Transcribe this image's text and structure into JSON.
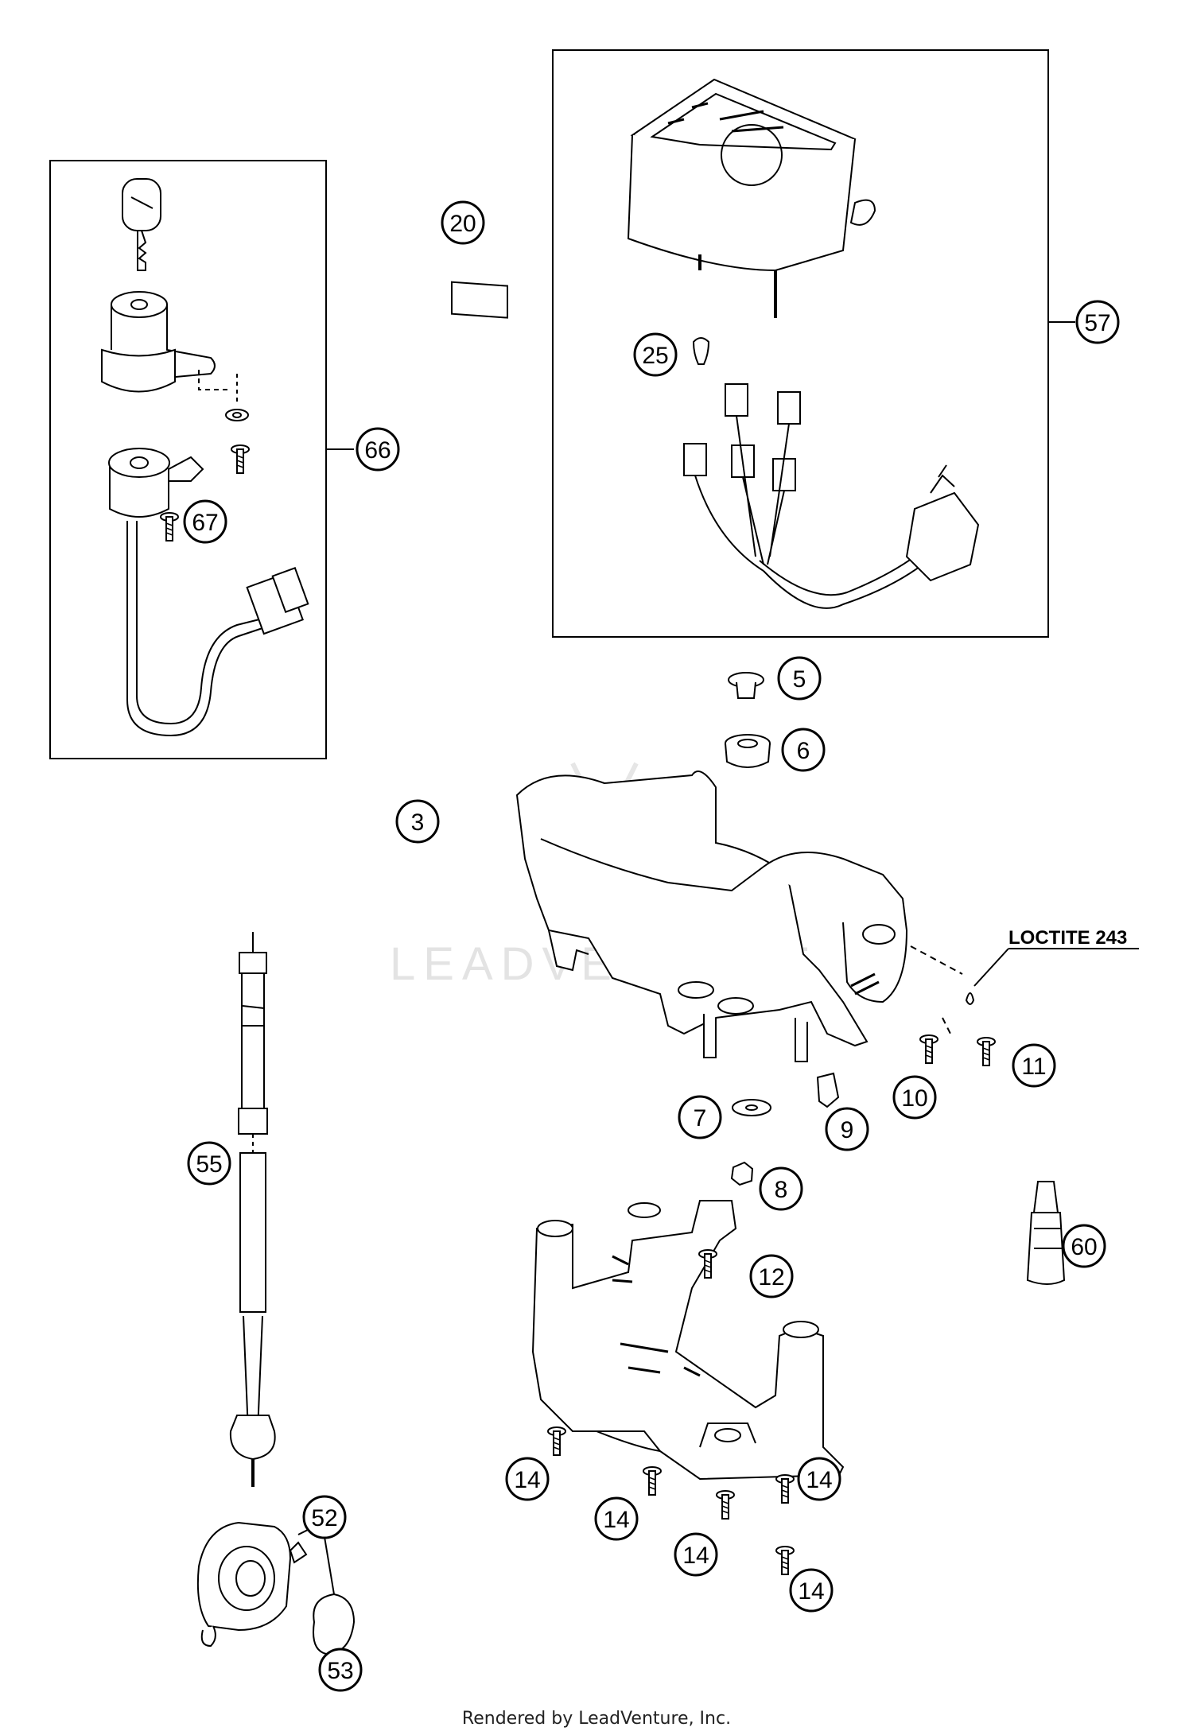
{
  "diagram": {
    "watermark": "LEADVENTURE",
    "note": "LOCTITE 243",
    "footer": "Rendered by LeadVenture, Inc.",
    "callouts": [
      {
        "id": "c66",
        "label": "66"
      },
      {
        "id": "c67",
        "label": "67"
      },
      {
        "id": "c20",
        "label": "20"
      },
      {
        "id": "c25",
        "label": "25"
      },
      {
        "id": "c57",
        "label": "57"
      },
      {
        "id": "c5",
        "label": "5"
      },
      {
        "id": "c6",
        "label": "6"
      },
      {
        "id": "c3",
        "label": "3"
      },
      {
        "id": "c10",
        "label": "10"
      },
      {
        "id": "c11",
        "label": "11"
      },
      {
        "id": "c7",
        "label": "7"
      },
      {
        "id": "c9",
        "label": "9"
      },
      {
        "id": "c8",
        "label": "8"
      },
      {
        "id": "c55",
        "label": "55"
      },
      {
        "id": "c60",
        "label": "60"
      },
      {
        "id": "c12",
        "label": "12"
      },
      {
        "id": "c14a",
        "label": "14"
      },
      {
        "id": "c14b",
        "label": "14"
      },
      {
        "id": "c14c",
        "label": "14"
      },
      {
        "id": "c14d",
        "label": "14"
      },
      {
        "id": "c14e",
        "label": "14"
      },
      {
        "id": "c52",
        "label": "52"
      },
      {
        "id": "c53",
        "label": "53"
      }
    ]
  }
}
